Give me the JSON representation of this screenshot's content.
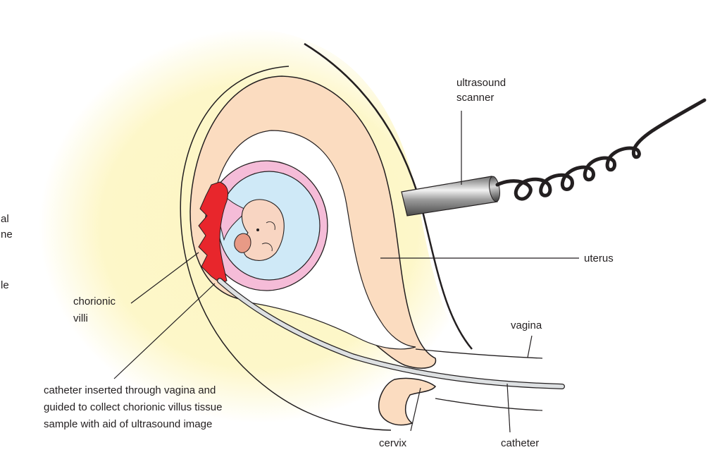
{
  "diagram": {
    "margin_fragments": [
      "al",
      "ne",
      "le"
    ],
    "labels": {
      "ultrasound_scanner": [
        "ultrasound",
        "scanner"
      ],
      "uterus": "uterus",
      "vagina": "vagina",
      "chorionic_villi": [
        "chorionic",
        "villi"
      ],
      "catheter_note": [
        "catheter inserted through vagina and",
        "guided to collect chorionic villus tissue",
        "sample with aid of ultrasound image"
      ],
      "cervix": "cervix",
      "catheter": "catheter"
    },
    "colors": {
      "body_glow": "#fdf6c3",
      "uterus_wall": "#fbdcc0",
      "amniotic_fluid": "#cfe9f7",
      "amnion": "#f5bcd8",
      "chorionic_villi": "#e8262c",
      "scanner_metal": "#8c8c8c",
      "cable": "#231f20",
      "catheter": "#dde0e2"
    }
  }
}
